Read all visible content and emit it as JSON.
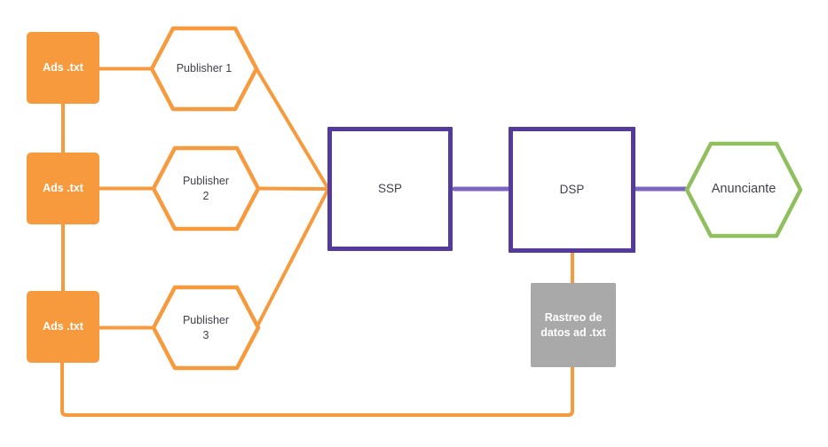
{
  "diagram_type": "flowchart",
  "colors": {
    "orange": "#F79A3D",
    "purple_dark": "#533A9B",
    "purple_light": "#7C66BF",
    "green": "#90BF5E",
    "gray": "#A9A9A9",
    "text_dark": "#41414B",
    "background": "#FFFFFF"
  },
  "nodes": {
    "ads_txt_1": {
      "label": "Ads .txt"
    },
    "ads_txt_2": {
      "label": "Ads .txt"
    },
    "ads_txt_3": {
      "label": "Ads .txt"
    },
    "publisher_1": {
      "label": "Publisher 1"
    },
    "publisher_2": {
      "label": "Publisher\n2"
    },
    "publisher_3": {
      "label": "Publisher\n3"
    },
    "ssp": {
      "label": "SSP"
    },
    "dsp": {
      "label": "DSP"
    },
    "anunciante": {
      "label": "Anunciante"
    },
    "rastreo": {
      "label": "Rastreo de\ndatos ad .txt"
    }
  },
  "edges": [
    "ads_txt_1 - ads_txt_2",
    "ads_txt_2 - ads_txt_3",
    "ads_txt_1 - publisher_1",
    "ads_txt_2 - publisher_2",
    "ads_txt_3 - publisher_3",
    "publisher_1 - ssp",
    "publisher_2 - ssp",
    "publisher_3 - ssp",
    "ssp - dsp",
    "dsp - anunciante",
    "dsp - rastreo - ads_txt_3"
  ]
}
